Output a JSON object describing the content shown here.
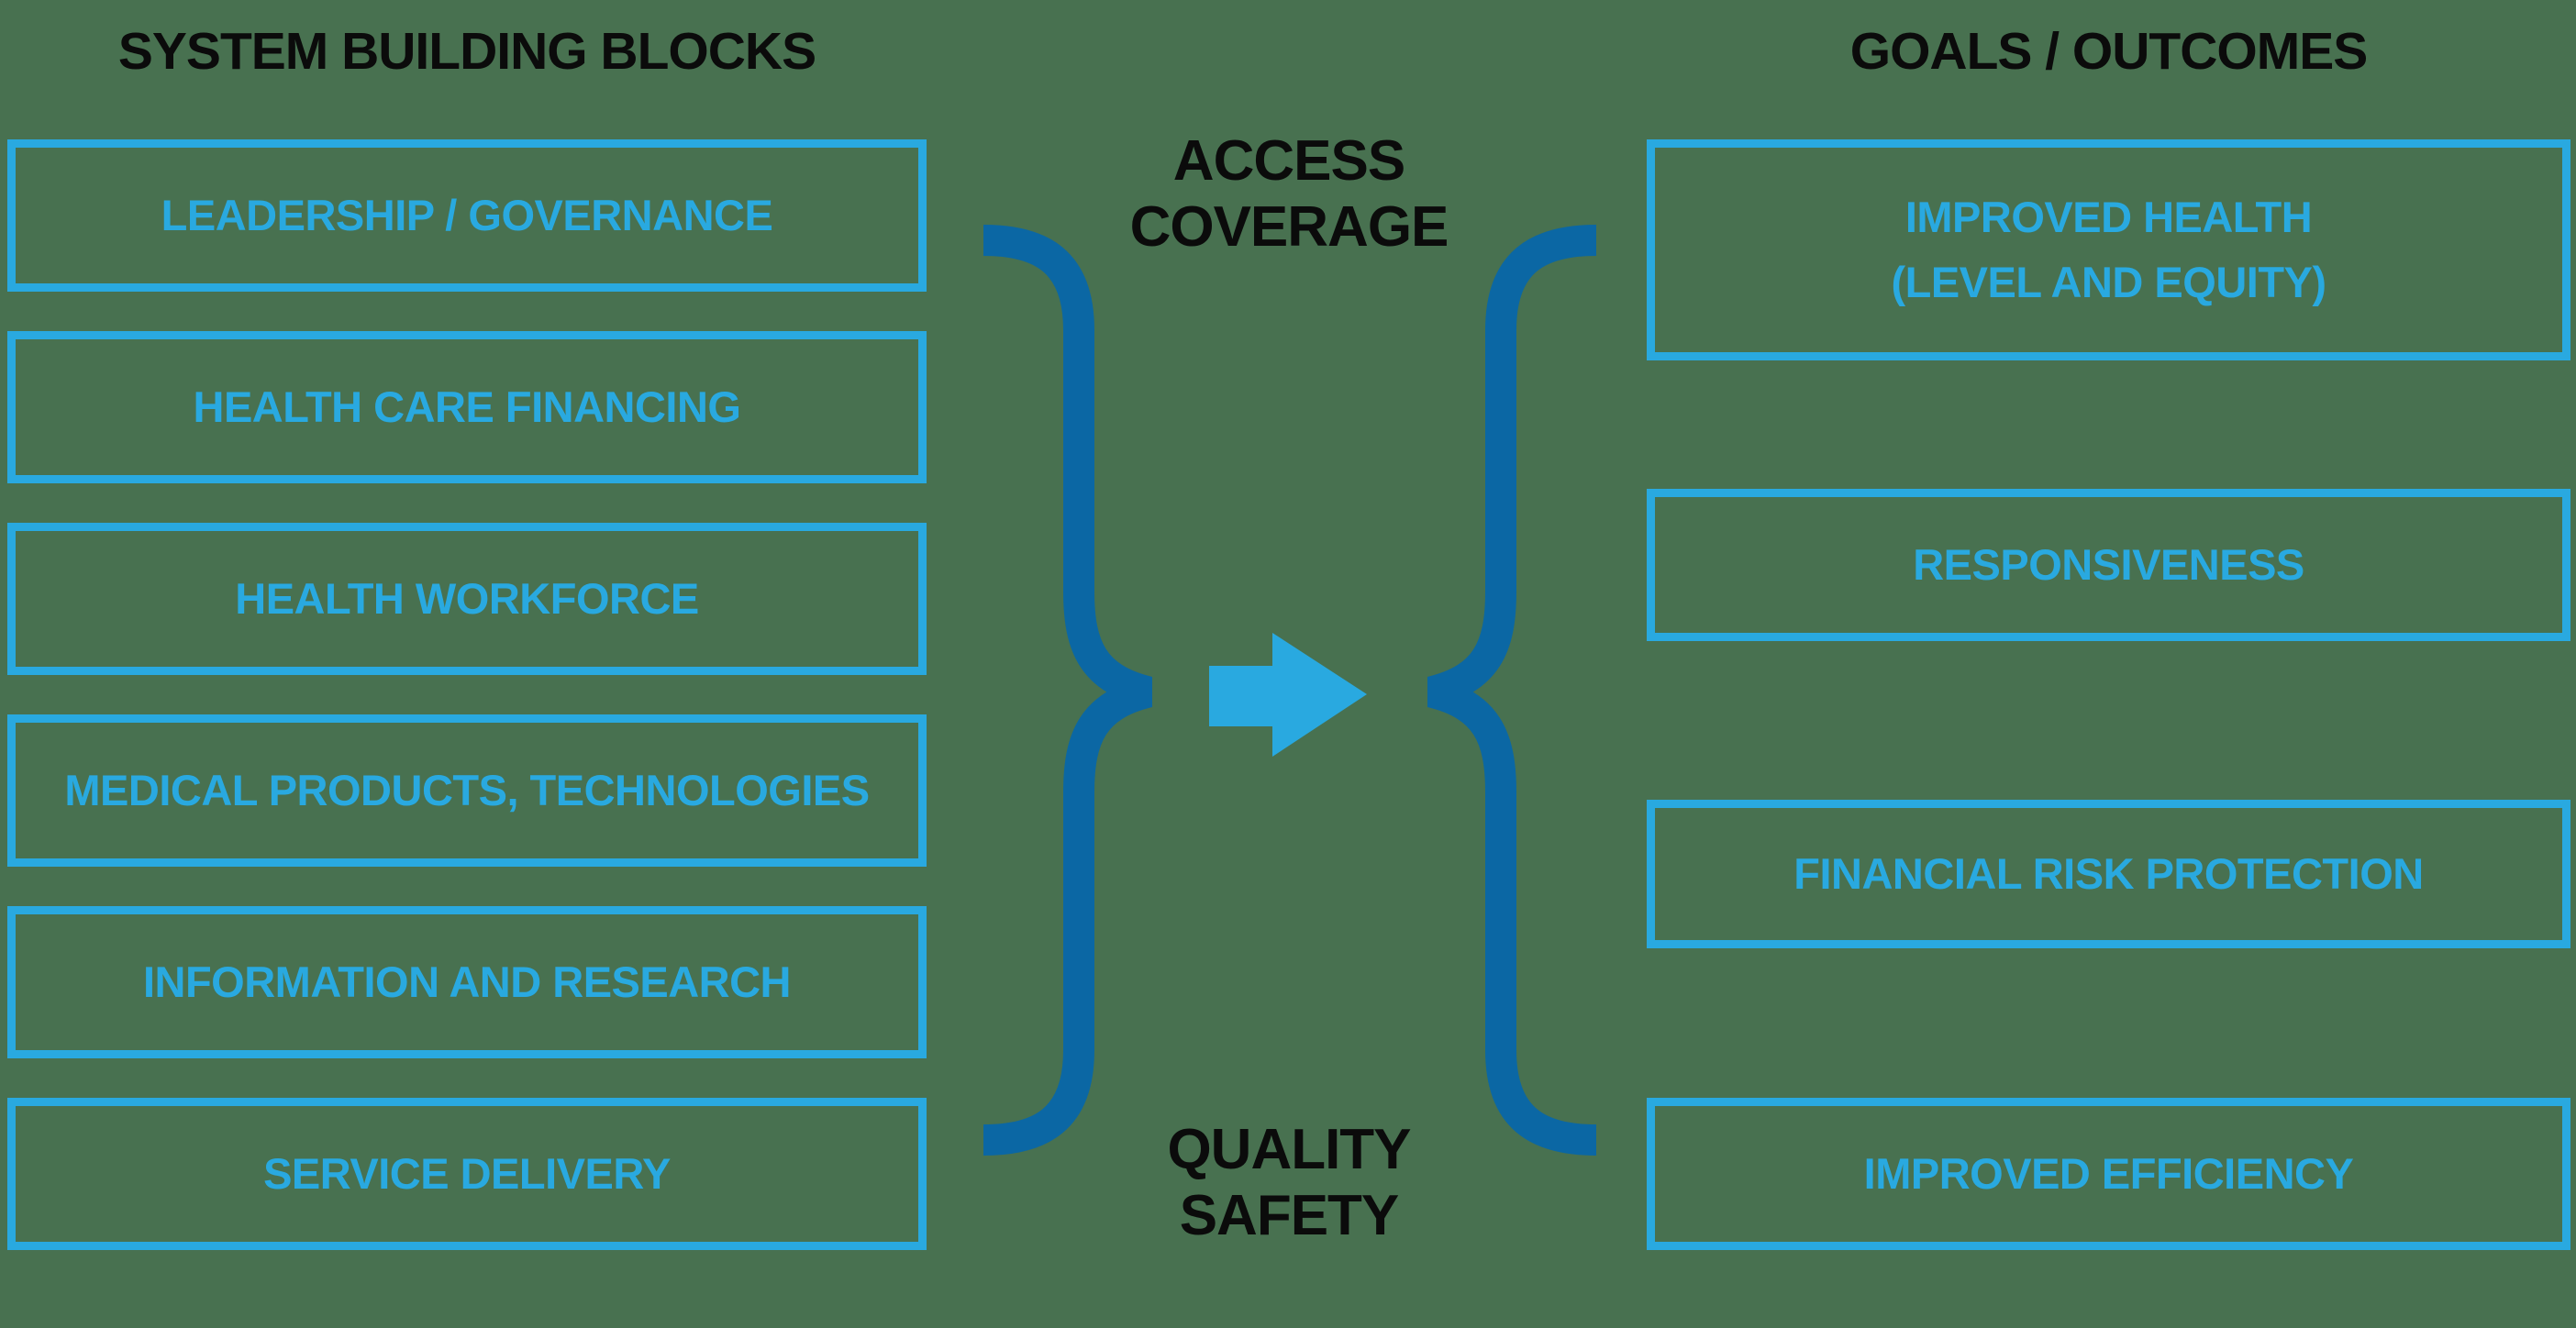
{
  "canvas": {
    "background_color": "#487150"
  },
  "colors": {
    "light_blue": "#29A9E0",
    "dark_blue": "#0B67A4",
    "text_black": "#0B0B0B"
  },
  "left_column": {
    "title": "SYSTEM BUILDING BLOCKS",
    "boxes": [
      {
        "label": "LEADERSHIP / GOVERNANCE"
      },
      {
        "label": "HEALTH CARE FINANCING"
      },
      {
        "label": "HEALTH WORKFORCE"
      },
      {
        "label": "MEDICAL PRODUCTS, TECHNOLOGIES"
      },
      {
        "label": "INFORMATION AND RESEARCH"
      },
      {
        "label": "SERVICE DELIVERY"
      }
    ]
  },
  "center": {
    "top_label": "ACCESS\nCOVERAGE",
    "bottom_label": "QUALITY\nSAFETY",
    "left_brace_icon": "closing-curly-brace",
    "right_brace_icon": "opening-curly-brace",
    "arrow_icon": "right-arrow"
  },
  "right_column": {
    "title": "GOALS / OUTCOMES",
    "boxes": [
      {
        "label": "IMPROVED HEALTH\n(LEVEL AND EQUITY)"
      },
      {
        "label": "RESPONSIVENESS"
      },
      {
        "label": "FINANCIAL RISK PROTECTION"
      },
      {
        "label": "IMPROVED EFFICIENCY"
      }
    ]
  }
}
